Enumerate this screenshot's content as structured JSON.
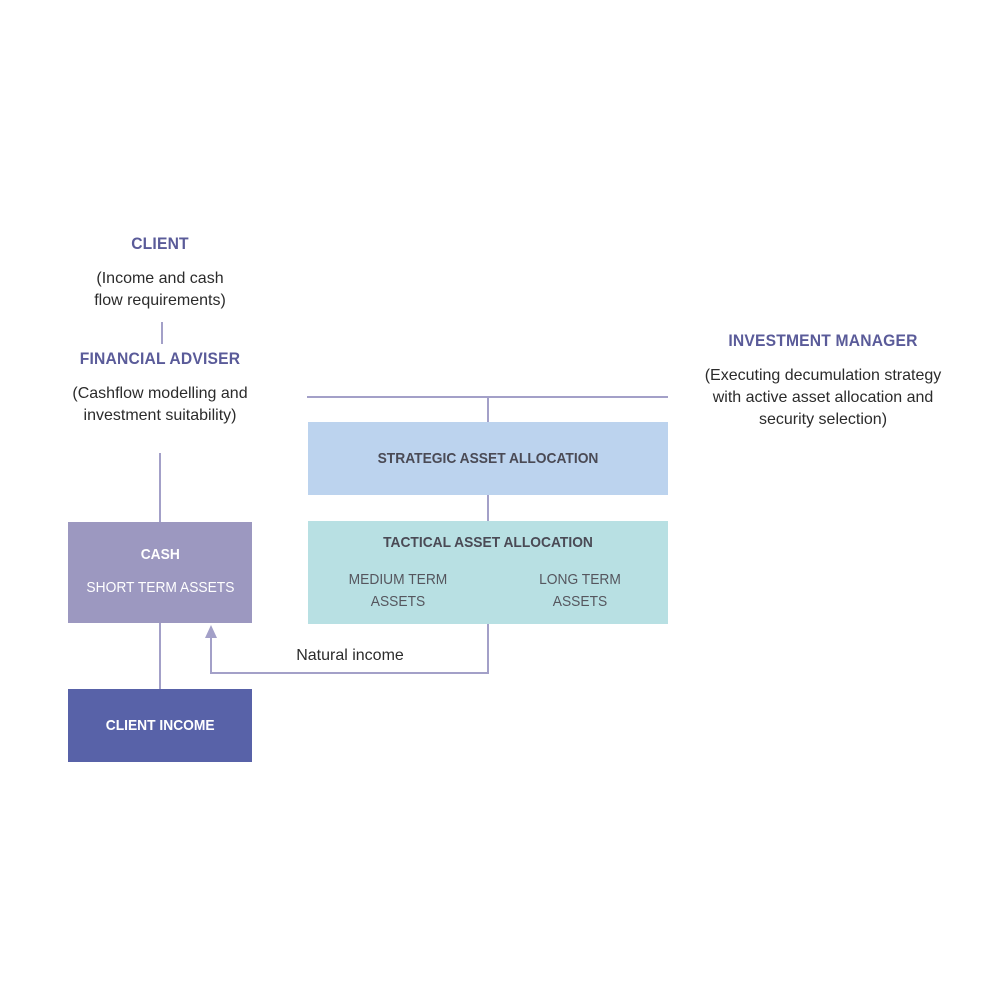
{
  "client": {
    "title": "CLIENT",
    "lines": [
      "(Income and cash",
      "flow requirements)"
    ]
  },
  "adviser": {
    "title": "FINANCIAL ADVISER",
    "lines": [
      "(Cashflow modelling and",
      "investment suitability)"
    ]
  },
  "manager": {
    "title": "INVESTMENT MANAGER",
    "lines": [
      "(Executing decumulation strategy",
      "with active asset allocation and",
      "security selection)"
    ]
  },
  "strategic": {
    "title": "STRATEGIC ASSET ALLOCATION"
  },
  "tactical": {
    "title": "TACTICAL ASSET ALLOCATION",
    "medium_lines": [
      "MEDIUM TERM",
      "ASSETS"
    ],
    "long_lines": [
      "LONG TERM",
      "ASSETS"
    ]
  },
  "cash": {
    "title": "CASH",
    "subtitle": "SHORT TERM ASSETS"
  },
  "client_income": {
    "title": "CLIENT INCOME"
  },
  "flow": {
    "natural_income_label": "Natural income"
  },
  "colors": {
    "heading": "#5a5b99",
    "line": "#a3a0c8",
    "strategic_fill": "#bcd3ee",
    "tactical_fill": "#b8e0e3",
    "cash_fill": "#9c98c0",
    "client_income_fill": "#5862a8"
  }
}
